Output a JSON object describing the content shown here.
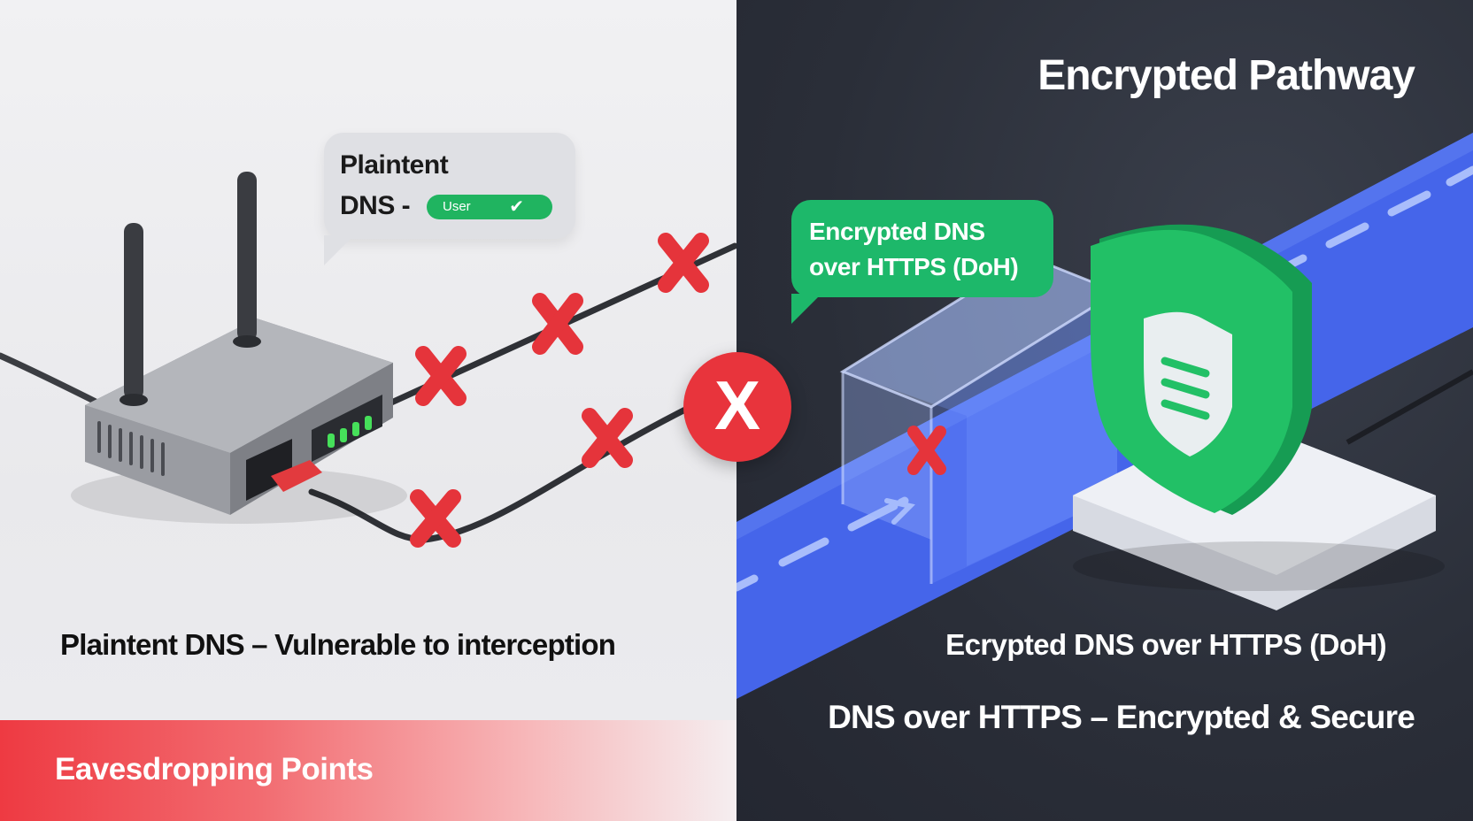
{
  "left": {
    "bubble": {
      "line1": "Plaintent",
      "line2": "DNS -",
      "pill_label": "User",
      "pill_chevron": "✔"
    },
    "caption": "Plaintent DNS – Vulnerable to interception",
    "bottom_bar": "Eavesdropping Points"
  },
  "right": {
    "title": "Encrypted Pathway",
    "bubble": {
      "line1": "Encrypted DNS",
      "line2": "over HTTPS (DoH)"
    },
    "caption1": "Ecrypted DNS over HTTPS (DoH)",
    "caption2": "DNS over HTTPS – Encrypted & Secure"
  },
  "center": {
    "symbol": "X"
  },
  "colors": {
    "danger_red": "#e8343c",
    "secure_green": "#1db86a",
    "tunnel_blue": "#4a67ea",
    "dark_bg": "#2a2e38",
    "light_bg": "#eeeef1"
  },
  "icons": [
    "router-icon",
    "red-x-icon",
    "shield-icon",
    "tunnel-icon"
  ]
}
